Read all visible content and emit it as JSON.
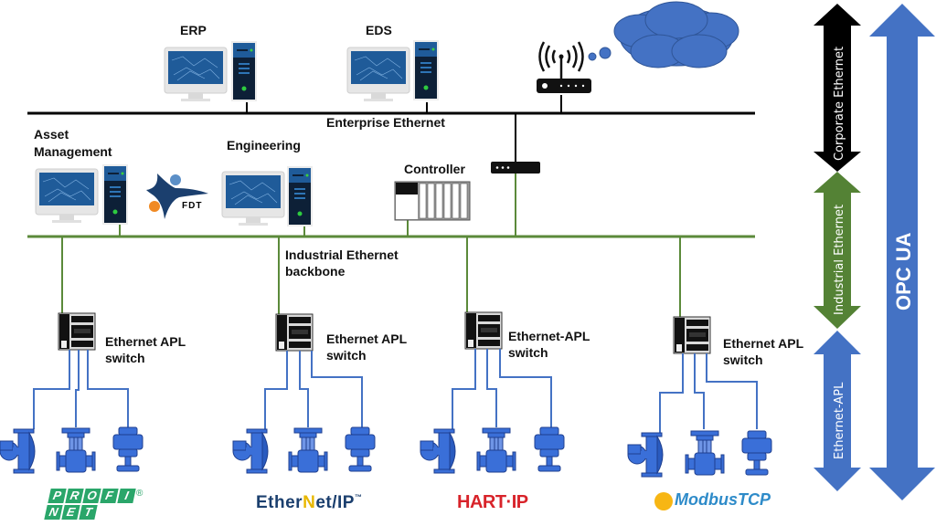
{
  "labels": {
    "erp": "ERP",
    "eds": "EDS",
    "enterprise_ethernet": "Enterprise Ethernet",
    "asset_management_1": "Asset",
    "asset_management_2": "Management",
    "engineering": "Engineering",
    "controller": "Controller",
    "industrial_backbone_1": "Industrial Ethernet",
    "industrial_backbone_2": "backbone"
  },
  "switches": [
    {
      "line1": "Ethernet APL",
      "line2": "switch"
    },
    {
      "line1": "Ethernet APL",
      "line2": "switch"
    },
    {
      "line1": "Ethernet-APL",
      "line2": "switch"
    },
    {
      "line1": "Ethernet APL",
      "line2": "switch"
    }
  ],
  "protocols": {
    "profinet_top": [
      "P",
      "R",
      "O",
      "F",
      "I"
    ],
    "profinet_bottom": [
      "N",
      "E",
      "T"
    ],
    "profinet_mark": "®",
    "ethernetip_a": "Ether",
    "ethernetip_n": "N",
    "ethernetip_b": "et/IP",
    "ethernetip_tm": "™",
    "hartip": "HART·IP",
    "modbus": "Modbus",
    "modbus_tcp": "TCP"
  },
  "fdt_logo": "FDT",
  "side_arrows": {
    "corporate": "Corporate Ethernet",
    "industrial": "Industrial Ethernet",
    "apl": "Ethernet-APL",
    "opcua": "OPC UA"
  },
  "colors": {
    "enterprise_line": "#000000",
    "industrial_line": "#5b8a3a",
    "apl_line": "#4472c4",
    "cloud": "#4472c4",
    "corporate_arrow": "#000000",
    "industrial_arrow": "#548235",
    "apl_arrow": "#4472c4",
    "opcua_arrow": "#4472c4"
  }
}
